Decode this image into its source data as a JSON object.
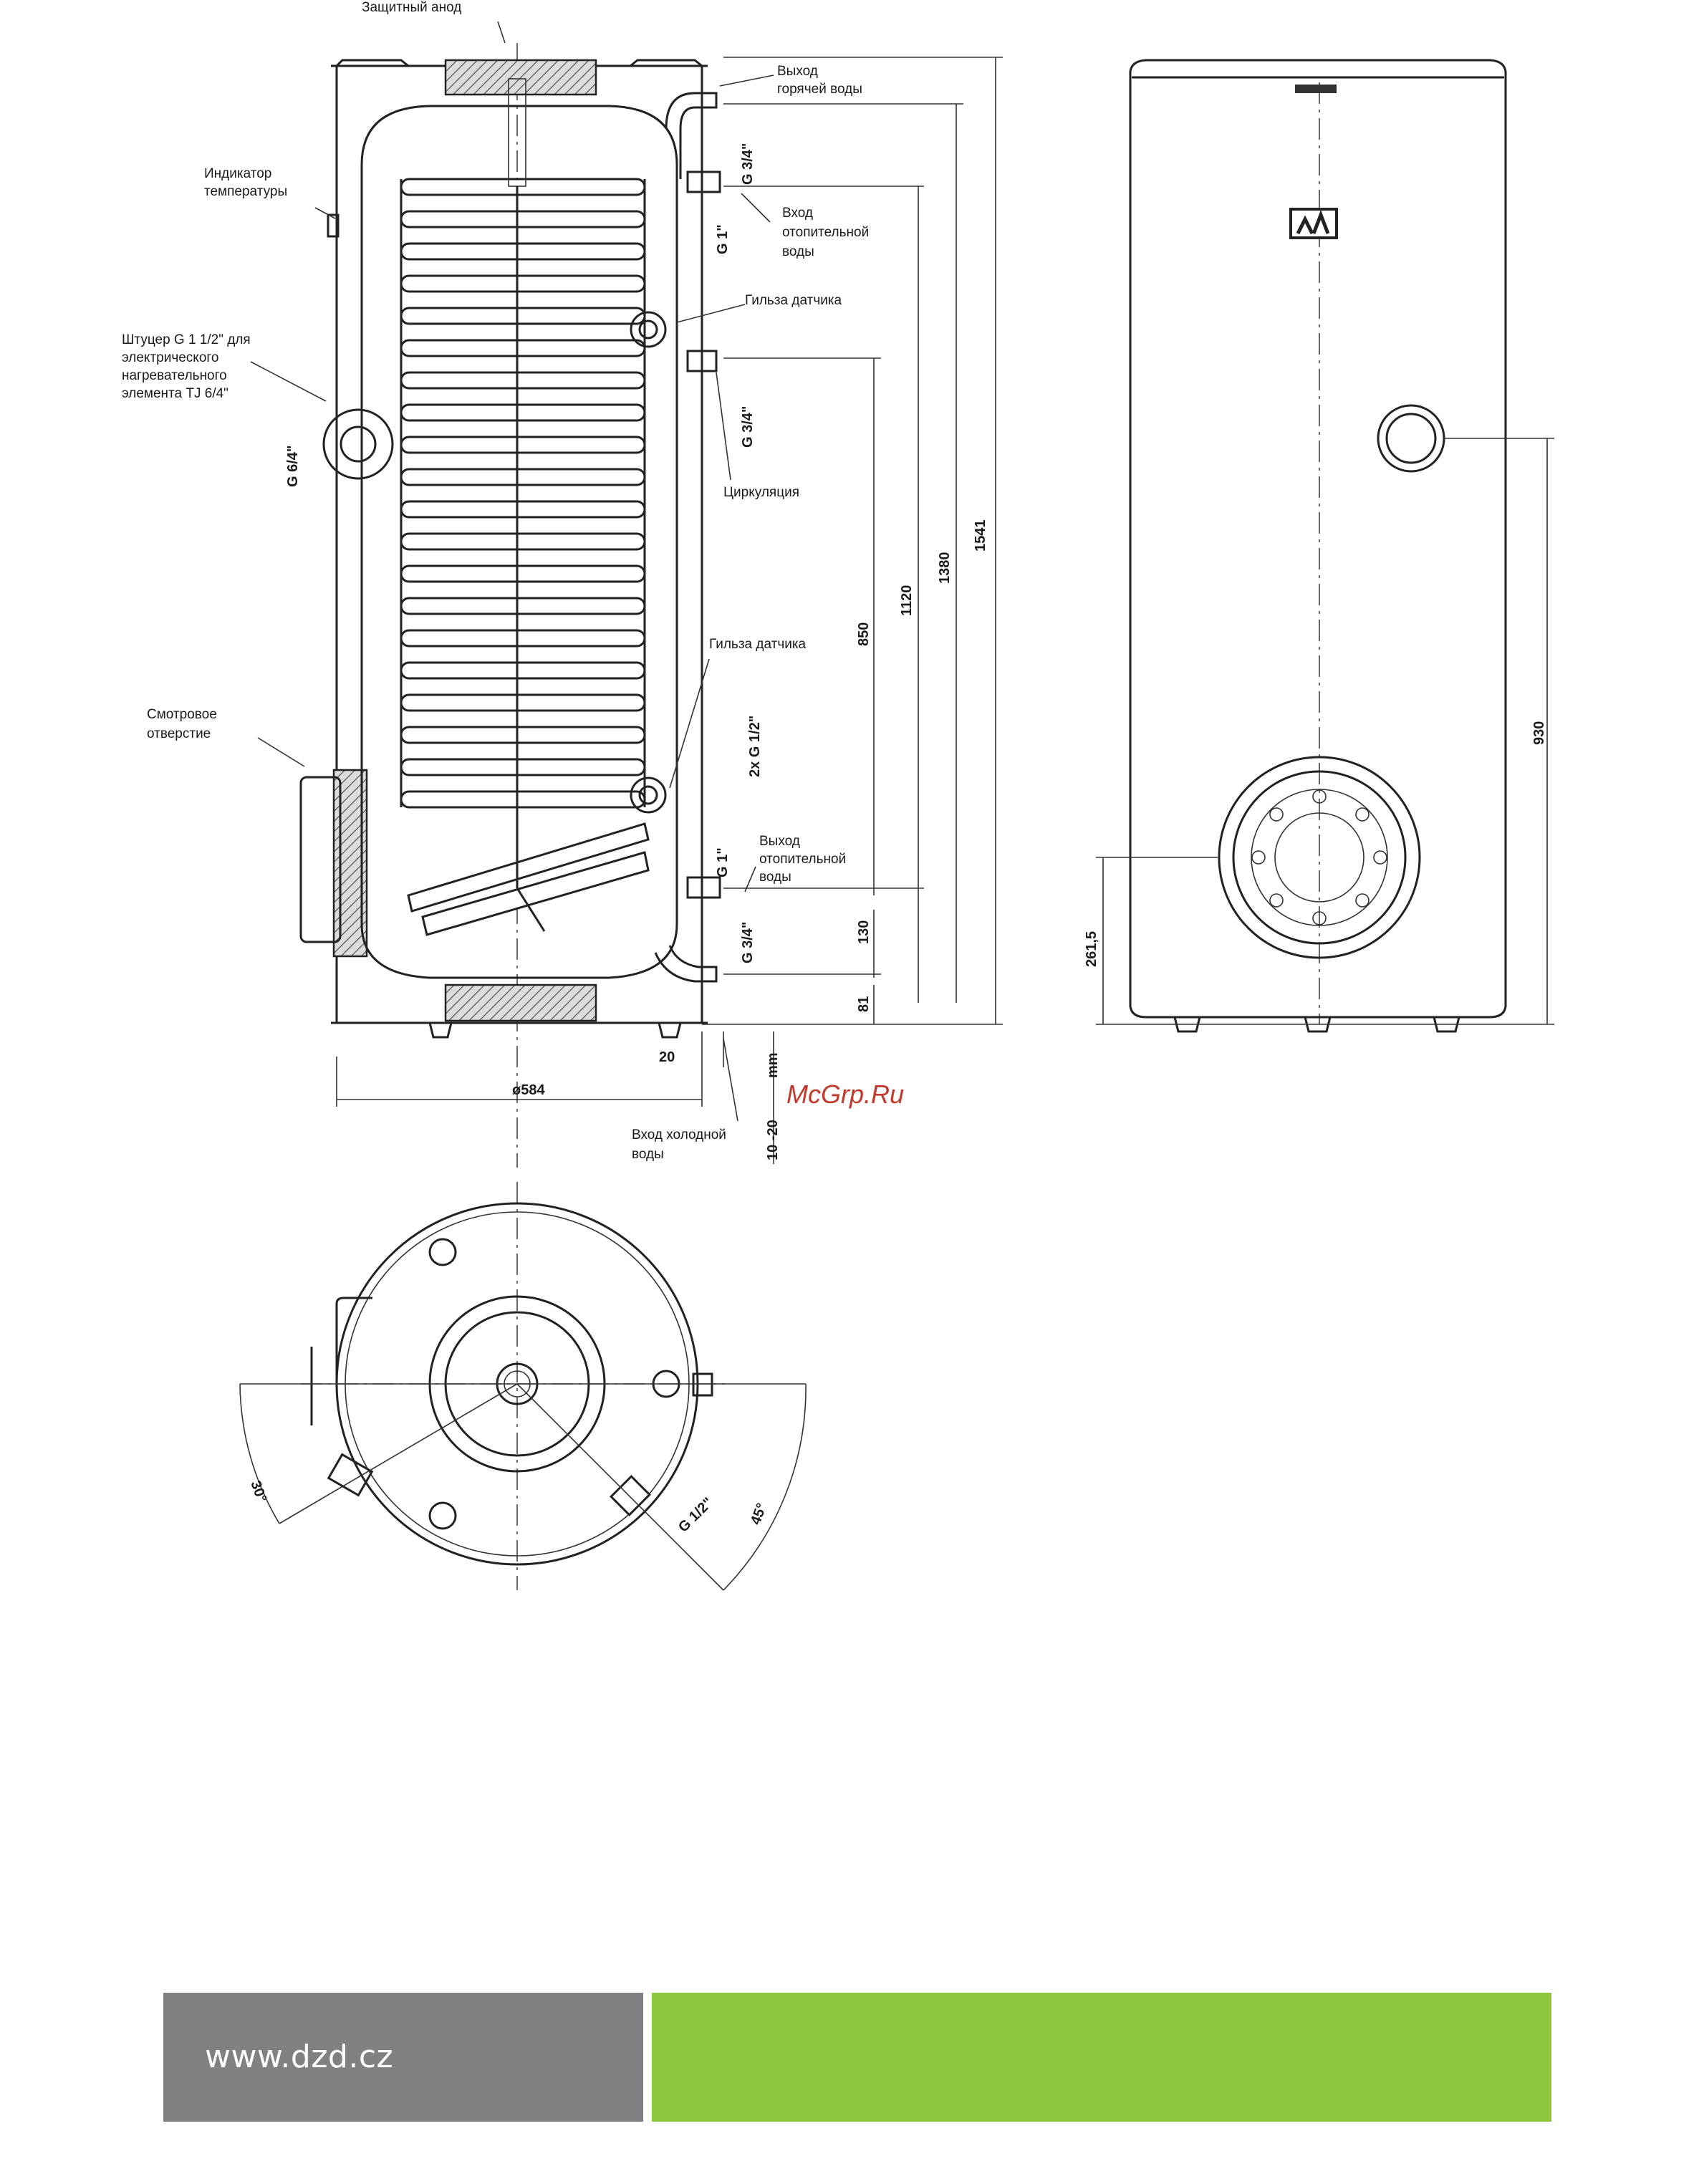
{
  "labels": {
    "anode": "Защитный анод",
    "hot_water_out_1": "Выход",
    "hot_water_out_2": "горячей воды",
    "temp_indicator_1": "Индикатор",
    "temp_indicator_2": "температуры",
    "heating_in_1": "Вход",
    "heating_in_2": "отопительной",
    "heating_in_3": "воды",
    "sensor_sleeve_top": "Гильза датчика",
    "fitting_1": "Штуцер G 1 1/2\" для",
    "fitting_2": "электрического",
    "fitting_3": "нагревательного",
    "fitting_4": "элемента TJ 6/4\"",
    "circulation": "Циркуляция",
    "sensor_sleeve_bottom": "Гильза датчика",
    "inspection_1": "Смотровое",
    "inspection_2": "отверстие",
    "heating_out_1": "Выход",
    "heating_out_2": "отопительной",
    "heating_out_3": "воды",
    "cold_water_in_1": "Вход холодной",
    "cold_water_in_2": "воды"
  },
  "threads": {
    "g34_top": "G 3/4\"",
    "g1_top": "G 1\"",
    "g64": "G 6/4\"",
    "g34_circ": "G 3/4\"",
    "g12_double": "2x G 1/2\"",
    "g1_bottom": "G 1\"",
    "g34_bottom": "G 3/4\"",
    "g12_plan": "G 1/2\""
  },
  "dimensions": {
    "d1541": "1541",
    "d1380": "1380",
    "d1120": "1120",
    "d850": "850",
    "d130": "130",
    "d81": "81",
    "d20": "20",
    "d584": "ø584",
    "d10_20": "10 -20",
    "unit_mm": "mm",
    "d930": "930",
    "d261": "261,5",
    "angle30": "30°",
    "angle45": "45°"
  },
  "watermark": "McGrp.Ru",
  "footer": {
    "url": "www.dzd.cz",
    "grey": "#808184",
    "green": "#8dc63f"
  }
}
